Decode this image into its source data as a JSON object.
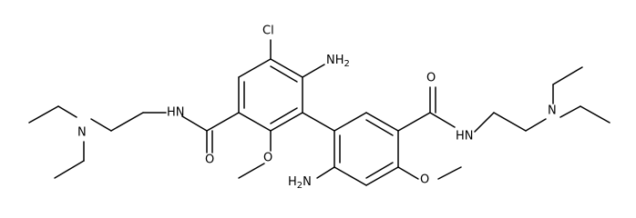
{
  "molecule": {
    "atom_labels": {
      "chlorine": "Cl",
      "amine_upper": "NH",
      "amine_upper_sub": "2",
      "amine_lower": "H",
      "amine_lower_sub": "2",
      "amine_lower_tail": "N",
      "amide_nh_left": "HN",
      "amide_nh_right": "HN",
      "amide_o_left": "O",
      "amide_o_right": "O",
      "methoxy_o_upper": "O",
      "methoxy_o_lower": "O",
      "amine_n_left": "N",
      "amine_n_right": "N"
    }
  }
}
